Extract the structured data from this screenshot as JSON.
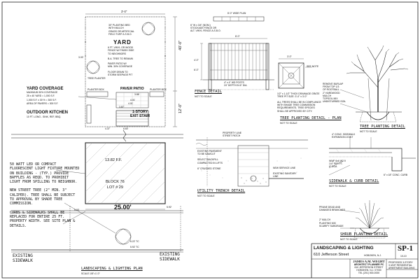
{
  "sheet": {
    "project_title": "LANDSCAPING & LIGHTING",
    "address": "610 Jefferson Street",
    "city": "HOBOKEN, N.J.",
    "sheet_number": "SP-1",
    "sheet_of": "10-10",
    "firm_name": "JAMES A.M. WEGHT",
    "firm_sub": "ARCHITECT PLANNER PC",
    "firm_lines": [
      "610 JEFFERSON STREET",
      "HOBOKEN, N.J. 07030",
      "TEL (201) 000-0000"
    ],
    "scope_lines": [
      "PROPOSED 3-STORY",
      "3 UNIT RESIDENTIAL",
      "APARTMENT BUILDING"
    ]
  },
  "plan": {
    "title": "LANDSCAPING & LIGHTING PLAN",
    "scale": "SCALE 1/8\"=1'-0\"",
    "yard_label": "YARD",
    "yard_notes": [
      "30\" PLANTING BED",
      "WITH MULCH",
      "GRASS OR ARTIFICIAL",
      "FIELD TURF A.S.B.O."
    ],
    "fence_notes": [
      "6 FT. VINYL OR WOOD",
      "FENCE W/ FINISH SIDE",
      "TO NEIGHBORS"
    ],
    "tree_note": "B.A. TREE TO REMAIN",
    "patio_notes": [
      "PAVER PATIO W/",
      "MIN. 30% COVERAGE"
    ],
    "drain_notes": [
      "FLOOR DRAIN TO",
      "STORM SEEPAGE PIT"
    ],
    "tree_planter": "TREE PLANTER",
    "planter_box_left": "PLANTER BOX",
    "planter_box_right": "PLANTER BOX",
    "paver_patio": "PAVER PATIO",
    "exit_stair": [
      "1-STORY",
      "EXIT STAIR"
    ],
    "block": "BLOCK 76",
    "lot": "LOT # 29",
    "ff": "13.82 F.F.",
    "frontage": "25.00'",
    "dims": {
      "top": "3'-0\"",
      "right_upper": "40'-0\"",
      "right_lower": "12'-0\"",
      "patio_w": "4.01'",
      "patio_h": "3.86'",
      "stair_a": "3.87'",
      "stair_b": "4.01'",
      "stair_c": "4.37'",
      "stair_d": "6.60'",
      "left_side": "3.00'",
      "front_left": "5.00'",
      "front_right": "5.92'",
      "tc1": "6.22' TC",
      "tc2": "5.92' TC"
    },
    "yard_coverage": {
      "title": "YARD COVERAGE",
      "lines": [
        "MAXIMUM 30% COVERAGE",
        "25 x 40 YARD      = 1,000 S.F.",
        "1,000 S.F. x 30 %   = 300 S.F.",
        "AREA OF PAVERS = 300 S.F."
      ]
    },
    "outdoor_kitchen": {
      "title": "OUTDOOR KITCHEN",
      "line": "10 FT. LONG - SINK, REF, BBQ."
    },
    "notes": [
      "50 WATT LED OR COMPACT FLUORESCENT LIGHT FIXTURE MOUNTED ON BUILDING - (TYP.) PROVIDE BAFFLES AS REQD. TO PROHIBIT LIGHT FROM SPILLING TO NEIGHBOR.",
      "NEW STREET TREE (2\" MIN. 3\" CALIPER). TREE SHALL BE SUBJECT TO APPROVAL BY SHADE TREE COMMISSION.",
      "CURBS & SIDEWALKS SHALL BE REPLACED FOR ENTIRE 25 FT. PROPERTY WIDTH. SEE SITE PLAN & DETAILS."
    ],
    "existing_sidewalk_left": [
      "EXISTING",
      "SIDEWALK"
    ],
    "existing_sidewalk_right": [
      "EXISTING",
      "SIDEWALK"
    ]
  },
  "fence_detail": {
    "title": "FENCE DETAIL",
    "scale": "NOT TO SCALE",
    "plan_label": "8'-0\" WIDE PLAN",
    "top_dim": "8'-0\"",
    "notes": [
      "6\" W x 3/4\" (NOM.)",
      "STOCKADE FENCE OR",
      "ALT. VINYL FENCE A.S.B.O."
    ],
    "side_dims": [
      "4'-0\"",
      "6'-0\""
    ],
    "bottom_note": [
      "4\" x 4\" WD POSTS",
      "24\" DEPTH IN 6\" DIA."
    ]
  },
  "tree_plan_detail": {
    "title": "TREE PLANTING DETAIL - PLAN",
    "scale": "NOT TO SCALE",
    "dim": "3'-0\"",
    "see_note": "SEE NOTE",
    "notes": [
      "1/2\" x 1-1/2\" THICK DRAINAGE GRATE",
      "TREE PIT SIZE: 3'-0\" x 3'-0\""
    ],
    "requirements": [
      "ALL TREES SHALL BE IN COMPLIANCE",
      "WITH SHADE TREE COMMISSION",
      "REQUIREMENTS. TREE SPECIES",
      "SHALL BE APPROVED BY CITY."
    ]
  },
  "tree_detail": {
    "title": "TREE PLANTING DETAIL",
    "scale": "NOT TO SCALE",
    "notes": [
      "REMOVE BURLAP",
      "FROM TOP 1/3",
      "OF ROOTBALL",
      "2\" HARDWOOD",
      "MULCH",
      "TOPSOIL MIX",
      "UNDISTURBED SOIL"
    ]
  },
  "trench_detail": {
    "title": "UTILITY TRENCH DETAIL",
    "scale": "NOT TO SCALE",
    "labels": [
      "PROPERTY LINE",
      "STREET PATCH",
      "EXISTING PAVEMENT",
      "TO BE SAWCUT",
      "SELECT BACKFILL",
      "COMPACTED IN LIFTS",
      "6\" CRUSHED STONE",
      "NEW SERVICE LINE",
      "EXISTING SANITARY",
      "LINE"
    ]
  },
  "curb_detail": {
    "title": "SIDEWALK & CURB DETAIL",
    "scale": "NOT TO SCALE",
    "labels": [
      "4\" CONC. SIDEWALK",
      "6\" x 18\" CONC. CURB",
      "EXPANSION JOINT",
      "WWF 6x6 W2.9",
      "1/4\" PER FT.",
      "6\" DGA"
    ]
  },
  "shrub_detail": {
    "title": "SHRUB PLANTING DETAIL",
    "scale": "NOT TO SCALE",
    "labels": [
      "PRUNE DEAD AND",
      "DAMAGED BRANCHES",
      "2\" MULCH",
      "PLANTING MIX",
      "SCARIFY SUBGRADE"
    ]
  }
}
